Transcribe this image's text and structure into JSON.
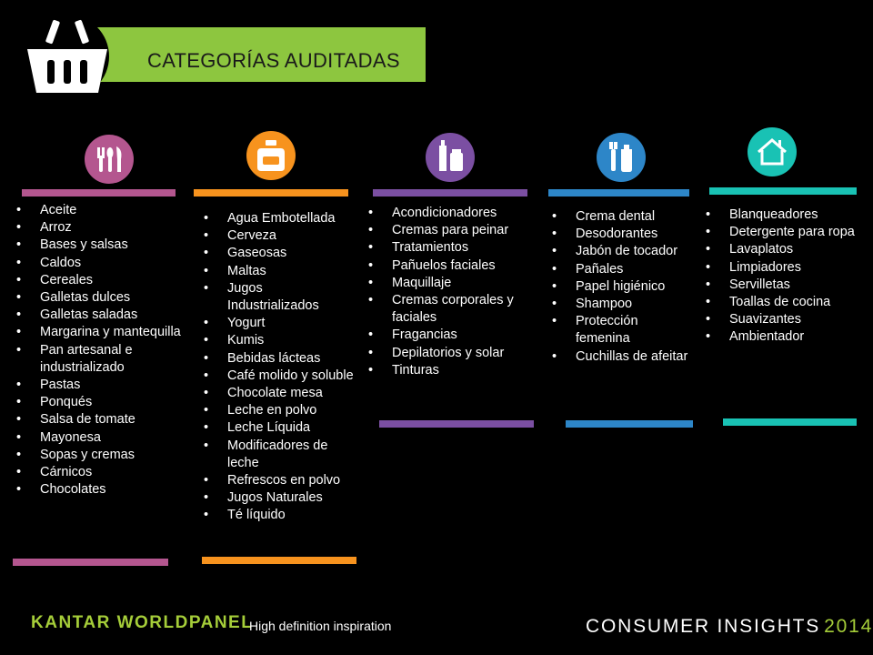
{
  "header": {
    "title": "CATEGORÍAS AUDITADAS"
  },
  "colors": {
    "header_green": "#8dc63f",
    "food": "#b4568f",
    "beverages": "#f7931e",
    "personal_care": "#7b4fa2",
    "hygiene": "#2d86c8",
    "home": "#19c2b4"
  },
  "icons": {
    "header": "basket-icon",
    "food": "cutlery-icon",
    "beverages": "bottle-icon",
    "personal_care": "cosmetics-icon",
    "hygiene": "toothbrush-icon",
    "home": "house-icon"
  },
  "columns": {
    "food": {
      "items": [
        "Aceite",
        "Arroz",
        "Bases y salsas",
        "Caldos",
        "Cereales",
        "Galletas dulces",
        "Galletas saladas",
        "Margarina y mantequilla",
        "Pan artesanal e industrializado",
        "Pastas",
        "Ponqués",
        "Salsa de tomate",
        "Mayonesa",
        "Sopas y cremas",
        "Cárnicos",
        "Chocolates"
      ]
    },
    "beverages": {
      "items": [
        "Agua Embotellada",
        "Cerveza",
        "Gaseosas",
        "Maltas",
        "Jugos Industrializados",
        "Yogurt",
        "Kumis",
        "Bebidas lácteas",
        "Café molido y soluble",
        "Chocolate mesa",
        "Leche en polvo",
        "Leche Líquida",
        "Modificadores de leche",
        "Refrescos en polvo",
        "Jugos Naturales",
        "Té líquido"
      ]
    },
    "personal_care": {
      "items": [
        "Acondicionadores",
        "Cremas para peinar",
        "Tratamientos",
        "Pañuelos faciales",
        "Maquillaje",
        "Cremas corporales y faciales",
        "Fragancias",
        "Depilatorios y solar",
        "Tinturas"
      ]
    },
    "hygiene": {
      "items": [
        "Crema dental",
        "Desodorantes",
        "Jabón de tocador",
        "Pañales",
        "Papel higiénico",
        "Shampoo",
        "Protección femenina",
        "Cuchillas de afeitar"
      ]
    },
    "home": {
      "items": [
        "Blanqueadores",
        "Detergente para ropa",
        "Lavaplatos",
        "Limpiadores",
        "Servilletas",
        "Toallas de cocina",
        "Suavizantes",
        "Ambientador"
      ]
    }
  },
  "footer": {
    "brand": "KANTAR WORLDPANEL",
    "tagline": "High definition inspiration",
    "insights": "CONSUMER INSIGHTS",
    "year": "2014"
  }
}
